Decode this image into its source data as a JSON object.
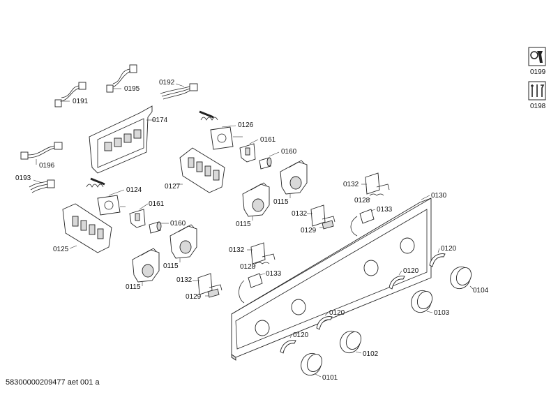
{
  "footer_text": "58300000209477 aet 001 a",
  "service_icons": [
    {
      "icon": "service-tool-icon",
      "label": "0199"
    },
    {
      "icon": "tool-set-icon",
      "label": "0198"
    }
  ],
  "parts": [
    {
      "id": "wire-0191",
      "label": "0191"
    },
    {
      "id": "wire-0195",
      "label": "0195"
    },
    {
      "id": "wire-0192",
      "label": "0192"
    },
    {
      "id": "wire-0196",
      "label": "0196"
    },
    {
      "id": "wire-0193",
      "label": "0193"
    },
    {
      "id": "timer-0174",
      "label": "0174"
    },
    {
      "id": "selector-0126",
      "label": "0126"
    },
    {
      "id": "switch-0127",
      "label": "0127"
    },
    {
      "id": "selector-0124",
      "label": "0124"
    },
    {
      "id": "switch-0125",
      "label": "0125"
    },
    {
      "id": "bracket-0161-a",
      "label": "0161"
    },
    {
      "id": "lamp-0160-a",
      "label": "0160"
    },
    {
      "id": "bracket-0161-b",
      "label": "0161"
    },
    {
      "id": "lamp-0160-b",
      "label": "0160"
    },
    {
      "id": "holder-0115-a",
      "label": "0115"
    },
    {
      "id": "holder-0115-b",
      "label": "0115"
    },
    {
      "id": "holder-0115-c",
      "label": "0115"
    },
    {
      "id": "holder-0115-d",
      "label": "0115"
    },
    {
      "id": "plate-0132-a",
      "label": "0132"
    },
    {
      "id": "spring-0128-a",
      "label": "0128"
    },
    {
      "id": "sensor-0133-a",
      "label": "0133"
    },
    {
      "id": "plate-0132-b",
      "label": "0132"
    },
    {
      "id": "clip-0129-a",
      "label": "0129"
    },
    {
      "id": "plate-0132-c",
      "label": "0132"
    },
    {
      "id": "spring-0128-b",
      "label": "0128"
    },
    {
      "id": "sensor-0133-b",
      "label": "0133"
    },
    {
      "id": "plate-0132-d",
      "label": "0132"
    },
    {
      "id": "clip-0129-b",
      "label": "0129"
    },
    {
      "id": "panel-0130",
      "label": "0130"
    },
    {
      "id": "ring-0120-a",
      "label": "0120"
    },
    {
      "id": "ring-0120-b",
      "label": "0120"
    },
    {
      "id": "ring-0120-c",
      "label": "0120"
    },
    {
      "id": "ring-0120-d",
      "label": "0120"
    },
    {
      "id": "knob-0104",
      "label": "0104"
    },
    {
      "id": "knob-0103",
      "label": "0103"
    },
    {
      "id": "knob-0102",
      "label": "0102"
    },
    {
      "id": "knob-0101",
      "label": "0101"
    }
  ]
}
